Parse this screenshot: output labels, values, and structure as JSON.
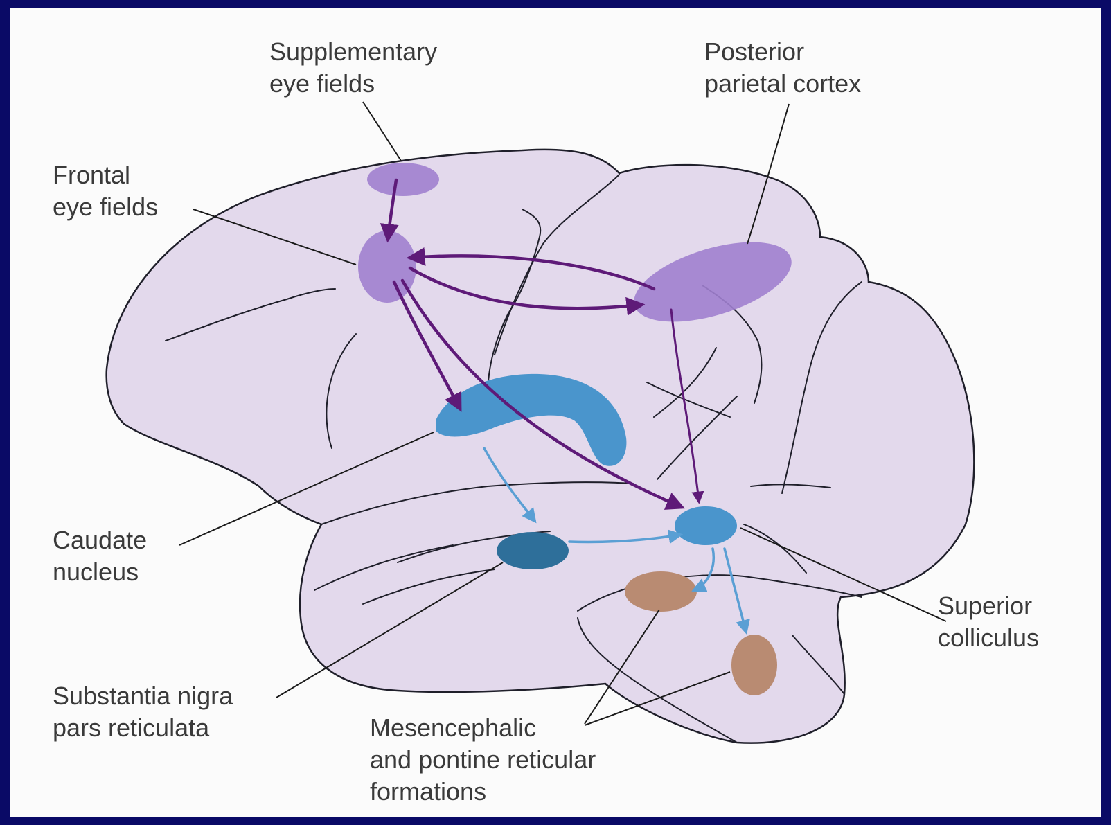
{
  "labels": {
    "supplementary_eye_fields": [
      "Supplementary",
      "eye fields"
    ],
    "posterior_parietal_cortex": [
      "Posterior",
      "parietal cortex"
    ],
    "frontal_eye_fields": [
      "Frontal",
      "eye fields"
    ],
    "caudate_nucleus": [
      "Caudate",
      "nucleus"
    ],
    "substantia_nigra": [
      "Substantia nigra",
      "pars reticulata"
    ],
    "mesencephalic_pontine": [
      "Mesencephalic",
      "and pontine reticular",
      "formations"
    ],
    "superior_colliculus": [
      "Superior",
      "colliculus"
    ]
  },
  "colors": {
    "frame_border": "#0a0a66",
    "brain_fill": "#e3d9ec",
    "brain_outline": "#1f1f2a",
    "cortical_region": "#a07fcf",
    "cortical_pathway": "#5e1a78",
    "caudate_fill": "#4a95cc",
    "substantia_nigra_fill": "#2e6f9a",
    "colliculus_fill": "#4a95cc",
    "subcortical_pathway": "#5a9fd4",
    "reticular_fill": "#b98b72"
  }
}
